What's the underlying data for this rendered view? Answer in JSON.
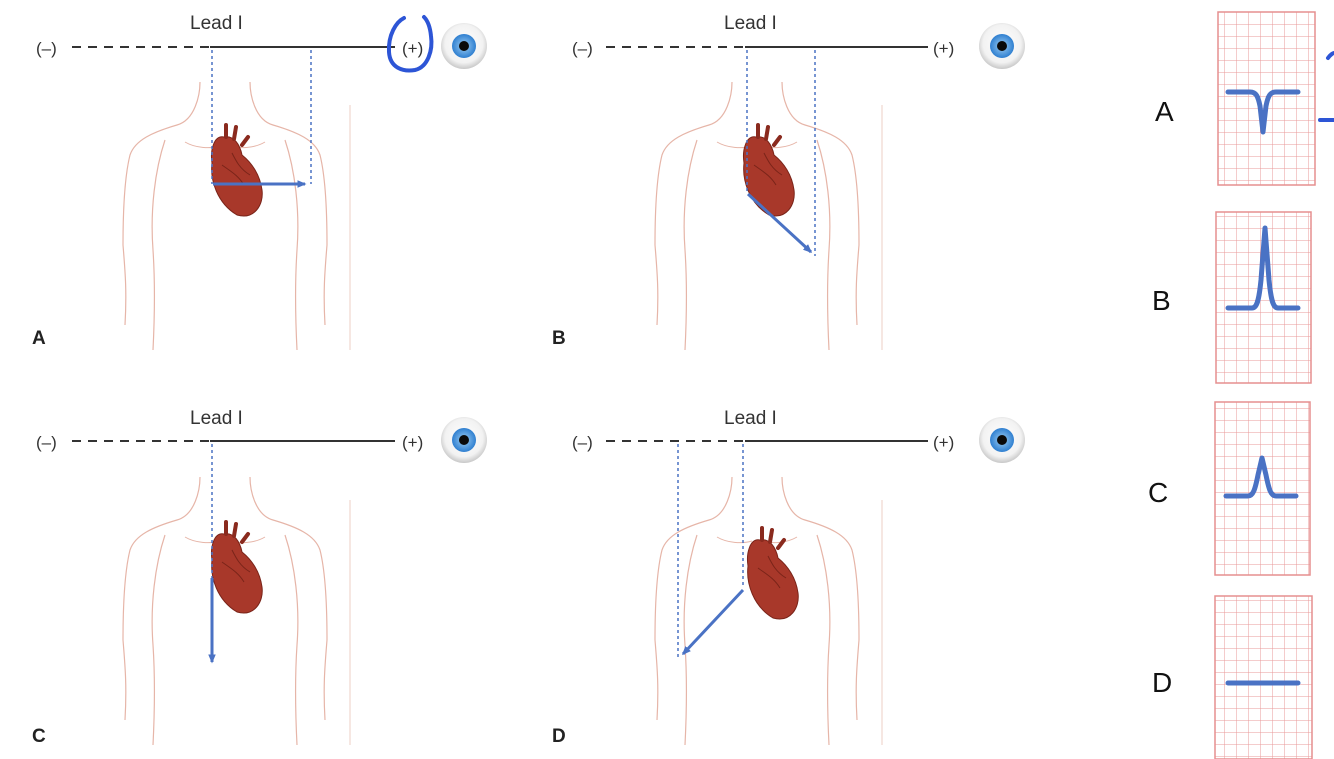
{
  "lead_name": "Lead I",
  "negative_pole": "(–)",
  "positive_pole": "(+)",
  "panels": [
    {
      "id": "A",
      "label": "A",
      "vector": "right"
    },
    {
      "id": "B",
      "label": "B",
      "vector": "down-right"
    },
    {
      "id": "C",
      "label": "C",
      "vector": "down"
    },
    {
      "id": "D",
      "label": "D",
      "vector": "down-left"
    }
  ],
  "tracings": [
    {
      "label": "A",
      "deflection": "negative"
    },
    {
      "label": "B",
      "deflection": "tall positive"
    },
    {
      "label": "C",
      "deflection": "small positive"
    },
    {
      "label": "D",
      "deflection": "flat"
    }
  ],
  "colors": {
    "vector_blue": "#4a72c4",
    "heart": "#a8382a",
    "body_outline": "#e3b3a6",
    "ecg_grid": "#e58f8f",
    "annotation_blue": "#2d55d6"
  },
  "icons": [
    "eye-icon",
    "heart-icon",
    "torso-outline"
  ]
}
